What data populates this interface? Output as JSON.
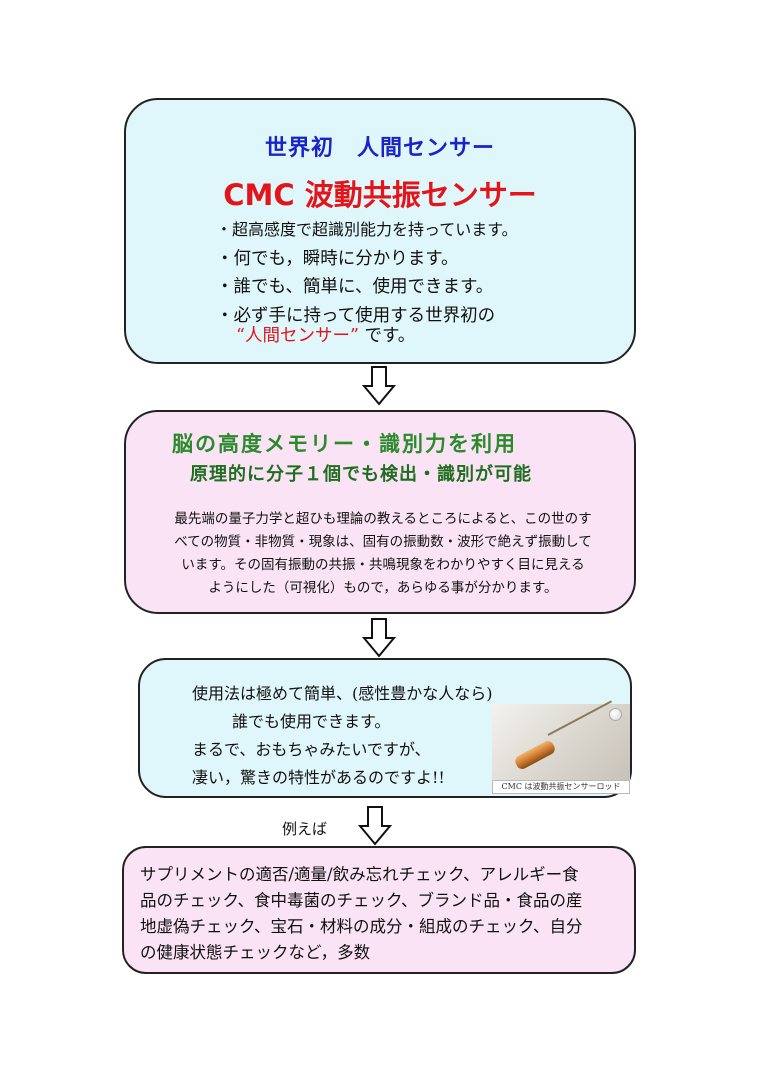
{
  "box1": {
    "subtitle": "世界初　人間センサー",
    "title": "CMC 波動共振センサー",
    "items": [
      "・超高感度で超識別能力を持っています。",
      "・何でも，瞬時に分かります。",
      "・誰でも、簡単に、使用できます。",
      "・必ず手に持って使用する世界初の"
    ],
    "highlight": "“人間センサー”",
    "tail": "です。"
  },
  "box2": {
    "heading1": "脳の高度メモリー・識別力を利用",
    "heading2": "原理的に分子１個でも検出・識別が可能",
    "body_lines": [
      "最先端の量子力学と超ひも理論の教えるところによると、この世のす",
      "べての物質・非物質・現象は、固有の振動数・波形で絶えず振動して",
      "います。その固有振動の共振・共鳴現象をわかりやすく目に見える",
      "ようにした（可視化）もので，あらゆる事が分かります。"
    ]
  },
  "box3": {
    "lines": [
      "使用法は極めて簡単、(感性豊かな人なら)",
      "誰でも使用できます。",
      "まるで、おもちゃみたいですが、",
      "凄い，驚きの特性があるのですよ!!"
    ],
    "photo_caption": "CMC は波動共振センサーロッド"
  },
  "arrow_label": "例えば",
  "box4": {
    "lines": [
      "サプリメントの適否/適量/飲み忘れチェック、アレルギー食",
      "品のチェック、食中毒菌のチェック、ブランド品・食品の産",
      "地虚偽チェック、宝石・材料の成分・組成のチェック、自分",
      "の健康状態チェックなど，多数"
    ]
  },
  "colors": {
    "box_cyan": "#dff7fb",
    "box_pink": "#fbe3f6",
    "title_red": "#e4141b",
    "subtitle_blue": "#1a23c8",
    "heading_green": "#2b8a2b"
  }
}
